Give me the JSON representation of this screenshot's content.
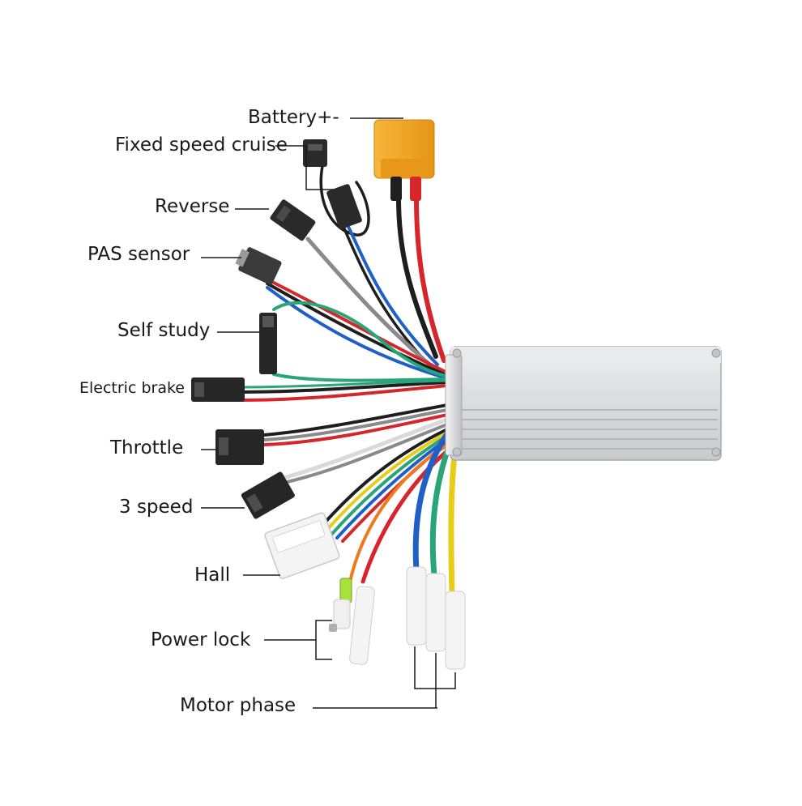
{
  "labels": {
    "battery": "Battery+-",
    "cruise": "Fixed speed cruise",
    "reverse": "Reverse",
    "pas": "PAS sensor",
    "self_study": "Self study",
    "brake": "Electric brake",
    "throttle": "Throttle",
    "speed3": "3 speed",
    "hall": "Hall",
    "power_lock": "Power lock",
    "motor_phase": "Motor phase"
  },
  "colors": {
    "red": "#d6262b",
    "black": "#1e1e1e",
    "blue": "#1f5fc8",
    "green": "#2aa57a",
    "yellow": "#e8cc1a",
    "orange": "#ef7a1e",
    "grey": "#8a8a8a",
    "white_wire": "#e4e4e4",
    "battery_connector": "#f2a726",
    "controller_body": "#d9dadc"
  }
}
